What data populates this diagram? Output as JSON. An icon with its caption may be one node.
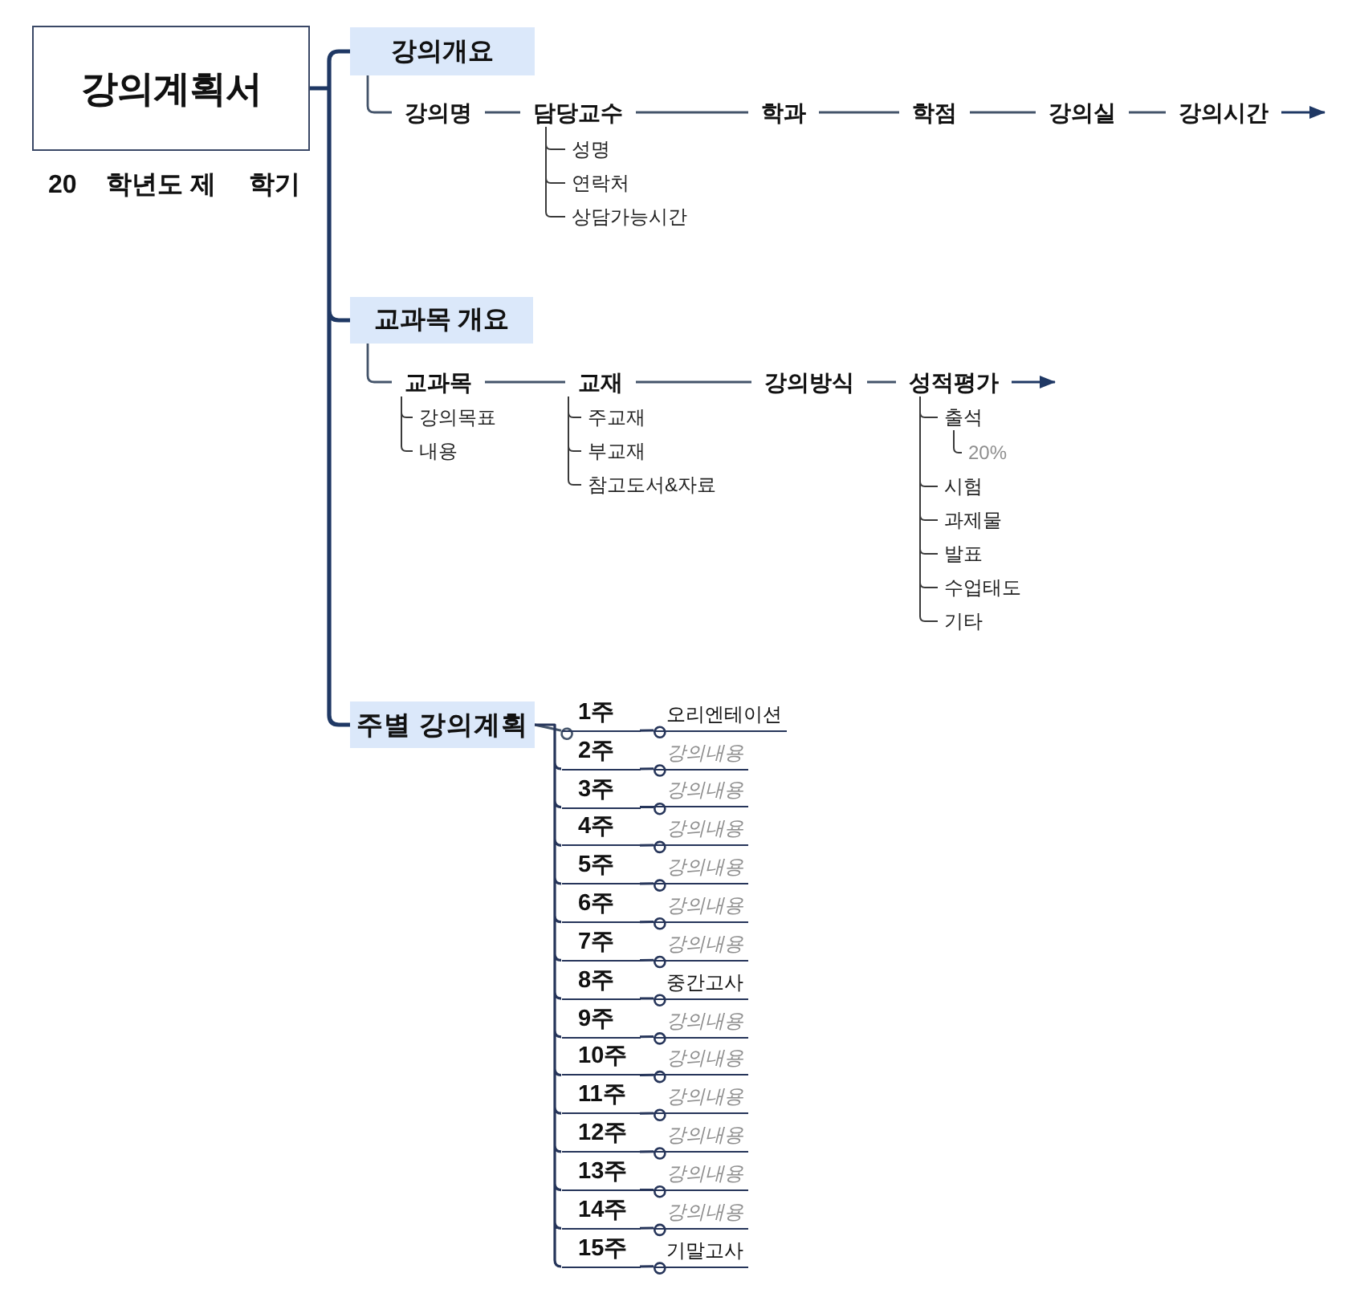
{
  "diagram": {
    "nodes": [
      {
        "text": [
          "강의계획서"
        ],
        "beside": [
          "20",
          "학년도 제",
          "학기"
        ]
      },
      {
        "text": [
          "강의개요"
        ]
      },
      {
        "text": [
          "강의명"
        ]
      },
      {
        "text": [
          "담당교수"
        ]
      },
      {
        "text": [
          "성명"
        ]
      },
      {
        "text": [
          "연락처"
        ]
      },
      {
        "text": [
          "상담가능시간"
        ]
      },
      {
        "text": [
          "학과"
        ]
      },
      {
        "text": [
          "학점"
        ]
      },
      {
        "text": [
          "강의실"
        ]
      },
      {
        "text": [
          "강의시간"
        ]
      },
      {
        "text": [
          "교과목 개요"
        ]
      },
      {
        "text": [
          "교과목"
        ]
      },
      {
        "text": [
          "강의목표"
        ]
      },
      {
        "text": [
          "내용"
        ]
      },
      {
        "text": [
          "교재"
        ]
      },
      {
        "text": [
          "주교재"
        ]
      },
      {
        "text": [
          "부교재"
        ]
      },
      {
        "text": [
          "참고도서&자료"
        ]
      },
      {
        "text": [
          "강의방식"
        ]
      },
      {
        "text": [
          "성적평가"
        ]
      },
      {
        "text": [
          "출석"
        ]
      },
      {
        "text": [
          "20%"
        ]
      },
      {
        "text": [
          "시험"
        ]
      },
      {
        "text": [
          "과제물"
        ]
      },
      {
        "text": [
          "발표"
        ]
      },
      {
        "text": [
          "수업태도"
        ]
      },
      {
        "text": [
          "기타"
        ]
      },
      {
        "text": [
          "주별 강의계획"
        ]
      },
      {
        "text": [
          "1주"
        ]
      },
      {
        "text": [
          "오리엔테이션"
        ]
      },
      {
        "text": [
          "2주"
        ]
      },
      {
        "text": [
          "강의내용"
        ]
      },
      {
        "text": [
          "3주"
        ]
      },
      {
        "text": [
          "강의내용"
        ]
      },
      {
        "text": [
          "4주"
        ]
      },
      {
        "text": [
          "강의내용"
        ]
      },
      {
        "text": [
          "5주"
        ]
      },
      {
        "text": [
          "강의내용"
        ]
      },
      {
        "text": [
          "6주"
        ]
      },
      {
        "text": [
          "강의내용"
        ]
      },
      {
        "text": [
          "7주"
        ]
      },
      {
        "text": [
          "강의내용"
        ]
      },
      {
        "text": [
          "8주"
        ]
      },
      {
        "text": [
          "중간고사"
        ]
      },
      {
        "text": [
          "9주"
        ]
      },
      {
        "text": [
          "강의내용"
        ]
      },
      {
        "text": [
          "10주"
        ]
      },
      {
        "text": [
          "강의내용"
        ]
      },
      {
        "text": [
          "11주"
        ]
      },
      {
        "text": [
          "강의내용"
        ]
      },
      {
        "text": [
          "12주"
        ]
      },
      {
        "text": [
          "강의내용"
        ]
      },
      {
        "text": [
          "13주"
        ]
      },
      {
        "text": [
          "강의내용"
        ]
      },
      {
        "text": [
          "14주"
        ]
      },
      {
        "text": [
          "강의내용"
        ]
      },
      {
        "text": [
          "15주"
        ]
      },
      {
        "text": [
          "기말고사"
        ]
      }
    ],
    "edges": [
      {
        "from": 0,
        "to": 1,
        "arrow": "none"
      },
      {
        "from": 0,
        "to": 11,
        "arrow": "none"
      },
      {
        "from": 0,
        "to": 28,
        "arrow": "none"
      },
      {
        "from": 1,
        "to": 2,
        "arrow": "none"
      },
      {
        "from": 2,
        "to": 3,
        "arrow": "none"
      },
      {
        "from": 3,
        "to": 4,
        "arrow": "none"
      },
      {
        "from": 3,
        "to": 5,
        "arrow": "none"
      },
      {
        "from": 3,
        "to": 6,
        "arrow": "none"
      },
      {
        "from": 3,
        "to": 7,
        "arrow": "none"
      },
      {
        "from": 7,
        "to": 8,
        "arrow": "none"
      },
      {
        "from": 8,
        "to": 9,
        "arrow": "none"
      },
      {
        "from": 9,
        "to": 10,
        "arrow": "none"
      },
      {
        "from": 10,
        "to": null,
        "arrow": "to"
      },
      {
        "from": 11,
        "to": 12,
        "arrow": "none"
      },
      {
        "from": 12,
        "to": 13,
        "arrow": "none"
      },
      {
        "from": 12,
        "to": 14,
        "arrow": "none"
      },
      {
        "from": 12,
        "to": 15,
        "arrow": "none"
      },
      {
        "from": 15,
        "to": 16,
        "arrow": "none"
      },
      {
        "from": 15,
        "to": 17,
        "arrow": "none"
      },
      {
        "from": 15,
        "to": 18,
        "arrow": "none"
      },
      {
        "from": 15,
        "to": 19,
        "arrow": "none"
      },
      {
        "from": 19,
        "to": 20,
        "arrow": "none"
      },
      {
        "from": 20,
        "to": null,
        "arrow": "to"
      },
      {
        "from": 20,
        "to": 21,
        "arrow": "none"
      },
      {
        "from": 20,
        "to": 23,
        "arrow": "none"
      },
      {
        "from": 20,
        "to": 24,
        "arrow": "none"
      },
      {
        "from": 20,
        "to": 25,
        "arrow": "none"
      },
      {
        "from": 20,
        "to": 26,
        "arrow": "none"
      },
      {
        "from": 20,
        "to": 27,
        "arrow": "none"
      },
      {
        "from": 21,
        "to": 22,
        "arrow": "none"
      },
      {
        "from": 28,
        "to": 29,
        "arrow": "other"
      },
      {
        "from": 28,
        "to": 31,
        "arrow": "other"
      },
      {
        "from": 28,
        "to": 33,
        "arrow": "other"
      },
      {
        "from": 28,
        "to": 35,
        "arrow": "other"
      },
      {
        "from": 28,
        "to": 37,
        "arrow": "other"
      },
      {
        "from": 28,
        "to": 39,
        "arrow": "other"
      },
      {
        "from": 28,
        "to": 41,
        "arrow": "other"
      },
      {
        "from": 28,
        "to": 43,
        "arrow": "other"
      },
      {
        "from": 28,
        "to": 45,
        "arrow": "other"
      },
      {
        "from": 28,
        "to": 47,
        "arrow": "other"
      },
      {
        "from": 28,
        "to": 49,
        "arrow": "other"
      },
      {
        "from": 28,
        "to": 51,
        "arrow": "other"
      },
      {
        "from": 28,
        "to": 53,
        "arrow": "other"
      },
      {
        "from": 28,
        "to": 55,
        "arrow": "other"
      },
      {
        "from": 28,
        "to": 57,
        "arrow": "other"
      },
      {
        "from": 29,
        "to": 30,
        "arrow": "other"
      },
      {
        "from": 31,
        "to": 32,
        "arrow": "other"
      },
      {
        "from": 33,
        "to": 34,
        "arrow": "other"
      },
      {
        "from": 35,
        "to": 36,
        "arrow": "other"
      },
      {
        "from": 37,
        "to": 38,
        "arrow": "other"
      },
      {
        "from": 39,
        "to": 40,
        "arrow": "other"
      },
      {
        "from": 41,
        "to": 42,
        "arrow": "other"
      },
      {
        "from": 43,
        "to": 44,
        "arrow": "other"
      },
      {
        "from": 45,
        "to": 46,
        "arrow": "other"
      },
      {
        "from": 47,
        "to": 48,
        "arrow": "other"
      },
      {
        "from": 49,
        "to": 50,
        "arrow": "other"
      },
      {
        "from": 51,
        "to": 52,
        "arrow": "other"
      },
      {
        "from": 53,
        "to": 54,
        "arrow": "other"
      },
      {
        "from": 55,
        "to": 56,
        "arrow": "other"
      },
      {
        "from": 57,
        "to": 58,
        "arrow": "other"
      }
    ]
  }
}
